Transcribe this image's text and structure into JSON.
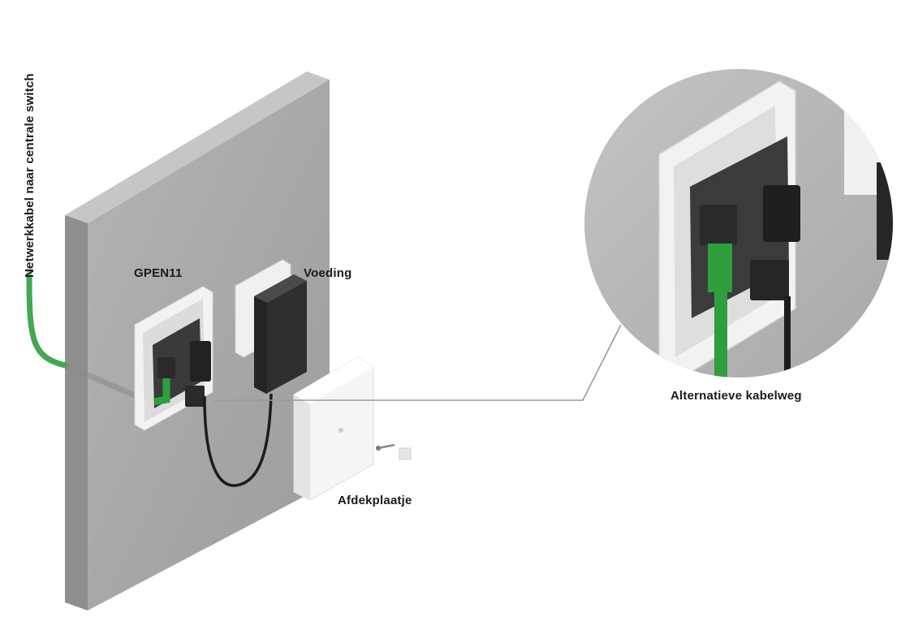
{
  "labels": {
    "network_cable": "Netwerkkabel naar centrale switch",
    "device": "GPEN11",
    "power_supply": "Voeding",
    "cover_plate": "Afdekplaatje",
    "alternative_route": "Alternatieve kabelweg"
  },
  "colors": {
    "wall_front": "#a6a6a6",
    "wall_top": "#c2c2c2",
    "wall_side": "#8c8c8c",
    "cable_green": "#2e9e3e",
    "cable_black": "#1c1c1c",
    "plate_white": "#f3f3f3",
    "pcb": "#3a3a3a",
    "leader_line": "#9a9a9a"
  }
}
